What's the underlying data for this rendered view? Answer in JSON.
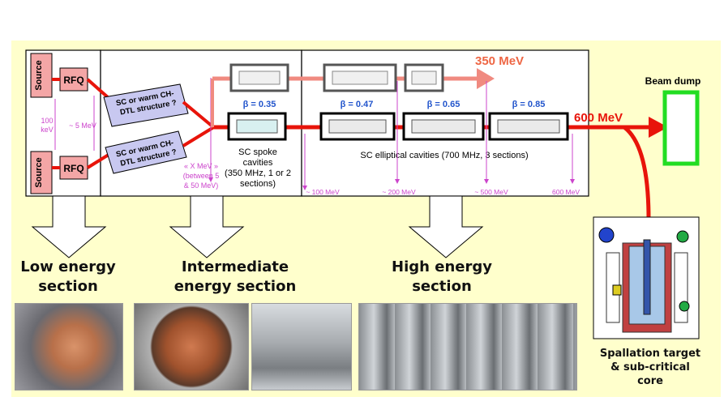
{
  "low": {
    "source1": "Source",
    "source2": "Source",
    "rfq1": "RFQ",
    "rfq2": "RFQ",
    "e100": "100",
    "kev": "keV",
    "e5": "~ 5 MeV"
  },
  "dtl": {
    "label1_l1": "SC or warm CH-",
    "label1_l2": "DTL structure ?",
    "label2_l1": "SC or warm CH-",
    "label2_l2": "DTL structure ?",
    "xmev_l1": "« X MeV »",
    "xmev_l2": "(between 5",
    "xmev_l3": "& 50 MeV)"
  },
  "spoke": {
    "beta": "β = 0.35",
    "l1": "SC spoke",
    "l2": "cavities",
    "l3": "(350 MHz, 1 or 2",
    "l4": "sections)"
  },
  "elliptical": {
    "beta1": "β = 0.47",
    "beta2": "β = 0.65",
    "beta3": "β = 0.85",
    "label": "SC elliptical cavities (700 MHz, 3 sections)",
    "m100": "~ 100 MeV",
    "m200": "~ 200 MeV",
    "m500": "~ 500 MeV",
    "m600": "600 MeV"
  },
  "beams": {
    "e350": "350 MeV",
    "e600": "600 MeV",
    "beam_dump": "Beam dump"
  },
  "sections": {
    "low_l1": "Low energy",
    "low_l2": "section",
    "mid_l1": "Intermediate",
    "mid_l2": "energy section",
    "high_l1": "High energy",
    "high_l2": "section"
  },
  "target": {
    "l1": "Spallation target",
    "l2": "& sub-critical",
    "l3": "core"
  },
  "colors": {
    "background": "#ffffcc",
    "beam": "#e8140a",
    "beam_light": "#f08a80",
    "accent_text": "#ee6644",
    "rfq_fill": "#f4a6a6",
    "dtl_fill": "#c8c8f0",
    "dump": "#22dd22",
    "annotation": "#cc44cc"
  }
}
